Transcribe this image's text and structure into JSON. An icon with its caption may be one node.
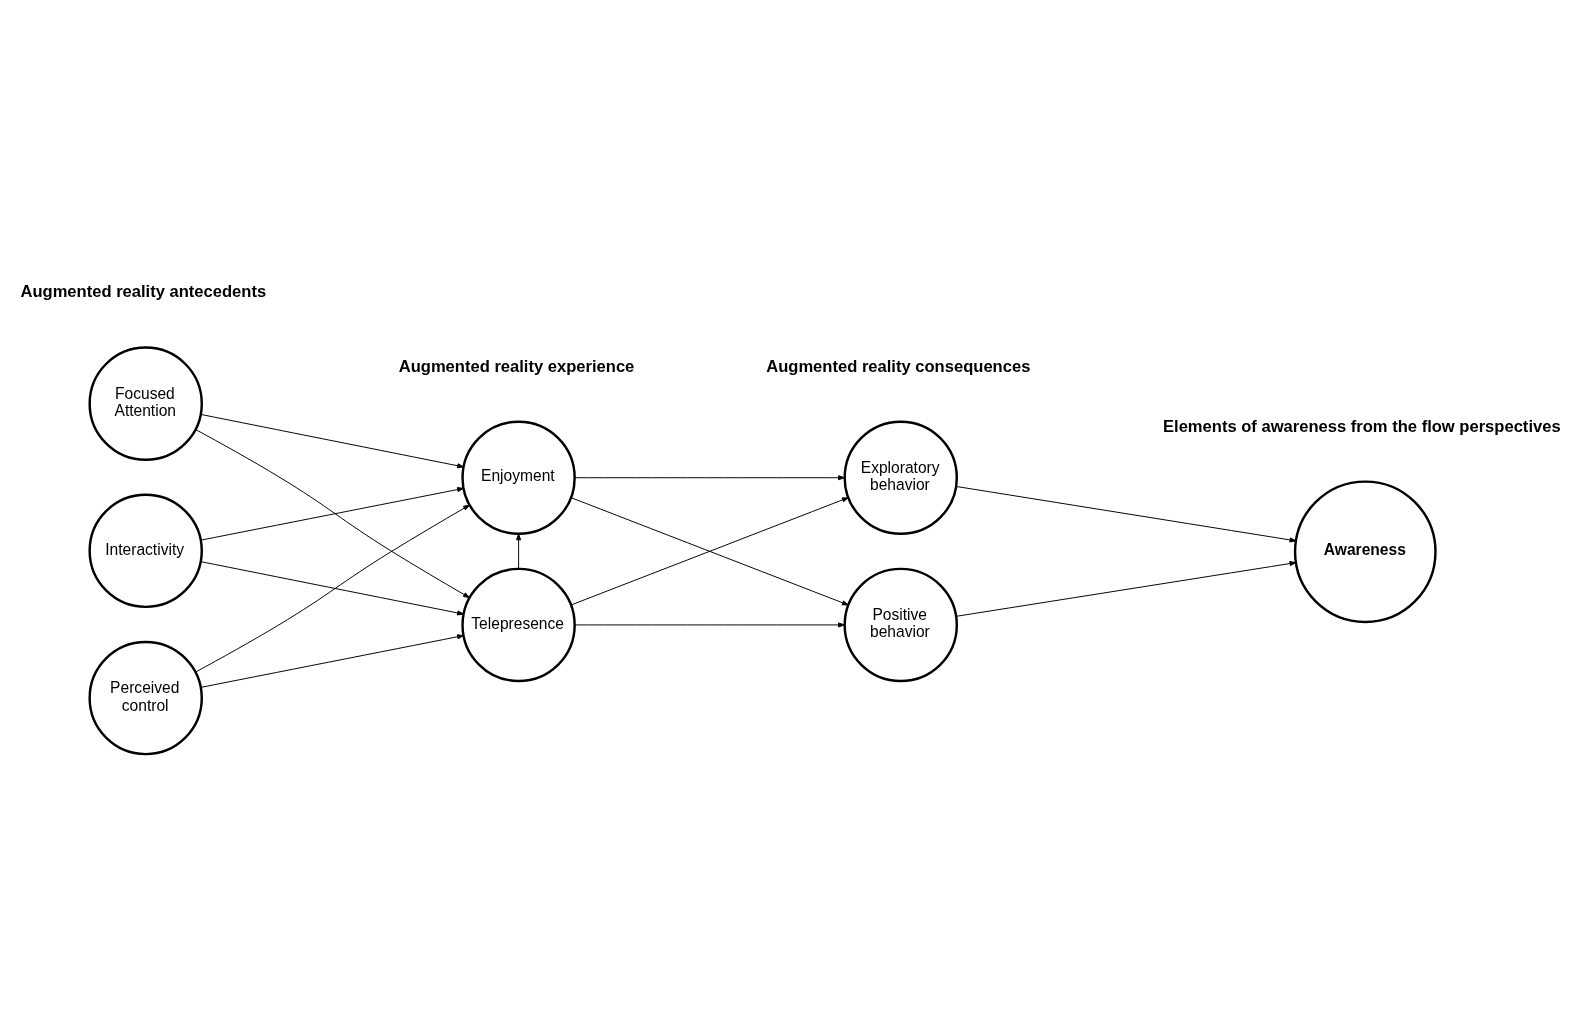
{
  "diagram": {
    "nodes": [
      {
        "text": [
          "Focused Attention"
        ]
      },
      {
        "text": [
          "Interactivity"
        ]
      },
      {
        "text": [
          "Perceived control"
        ]
      },
      {
        "text": [
          "Enjoyment"
        ]
      },
      {
        "text": [
          "Telepresence"
        ]
      },
      {
        "text": [
          "Exploratory behavior"
        ]
      },
      {
        "text": [
          "Positive behavior"
        ]
      },
      {
        "text": [
          "Awareness"
        ]
      }
    ],
    "edges": [
      {
        "from": 0,
        "to": 3,
        "arrow": "to"
      },
      {
        "from": 0,
        "to": 4,
        "arrow": "to"
      },
      {
        "from": 1,
        "to": 3,
        "arrow": "to"
      },
      {
        "from": 1,
        "to": 4,
        "arrow": "to"
      },
      {
        "from": 2,
        "to": 3,
        "arrow": "to"
      },
      {
        "from": 2,
        "to": 4,
        "arrow": "to"
      },
      {
        "from": 4,
        "to": 3,
        "arrow": "to"
      },
      {
        "from": 3,
        "to": 5,
        "arrow": "to"
      },
      {
        "from": 3,
        "to": 6,
        "arrow": "to"
      },
      {
        "from": 4,
        "to": 5,
        "arrow": "to"
      },
      {
        "from": 4,
        "to": 6,
        "arrow": "to"
      },
      {
        "from": 5,
        "to": 7,
        "arrow": "to"
      },
      {
        "from": 6,
        "to": 7,
        "arrow": "to"
      }
    ],
    "labels": [
      "Augmented reality antecedents",
      "Augmented reality experience",
      "Augmented reality consequences",
      "Elements of awareness from the flow perspectives"
    ]
  }
}
